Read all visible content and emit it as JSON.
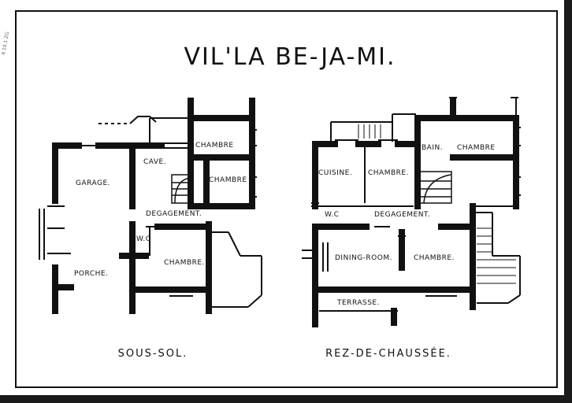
{
  "title": "VIL'LA BE-JA-MI.",
  "margin_note": "8 10.1 ZG",
  "plans": {
    "sous_sol": {
      "caption": "SOUS-SOL.",
      "rooms": {
        "chambre_top": "CHAMBRE",
        "cave": "CAVE.",
        "chambre_mid": "CHAMBRE",
        "garage": "GARAGE.",
        "degagement": "DEGAGEMENT.",
        "wc": "W.C",
        "chambre_low": "CHAMBRE.",
        "porche": "PORCHE."
      }
    },
    "rez_de_chaussee": {
      "caption": "REZ-DE-CHAUSSÉE.",
      "rooms": {
        "bain": "BAIN.",
        "chambre_top": "CHAMBRE",
        "cuisine": "CUISINE.",
        "chambre_mid": "CHAMBRE.",
        "wc": "W.C",
        "degagement": "DEGAGEMENT.",
        "dining": "DINING-ROOM.",
        "chambre_low": "CHAMBRE.",
        "terrasse": "TERRASSE."
      }
    }
  },
  "colors": {
    "ink": "#111111",
    "paper": "#ffffff",
    "dark": "#1a1a1a"
  }
}
